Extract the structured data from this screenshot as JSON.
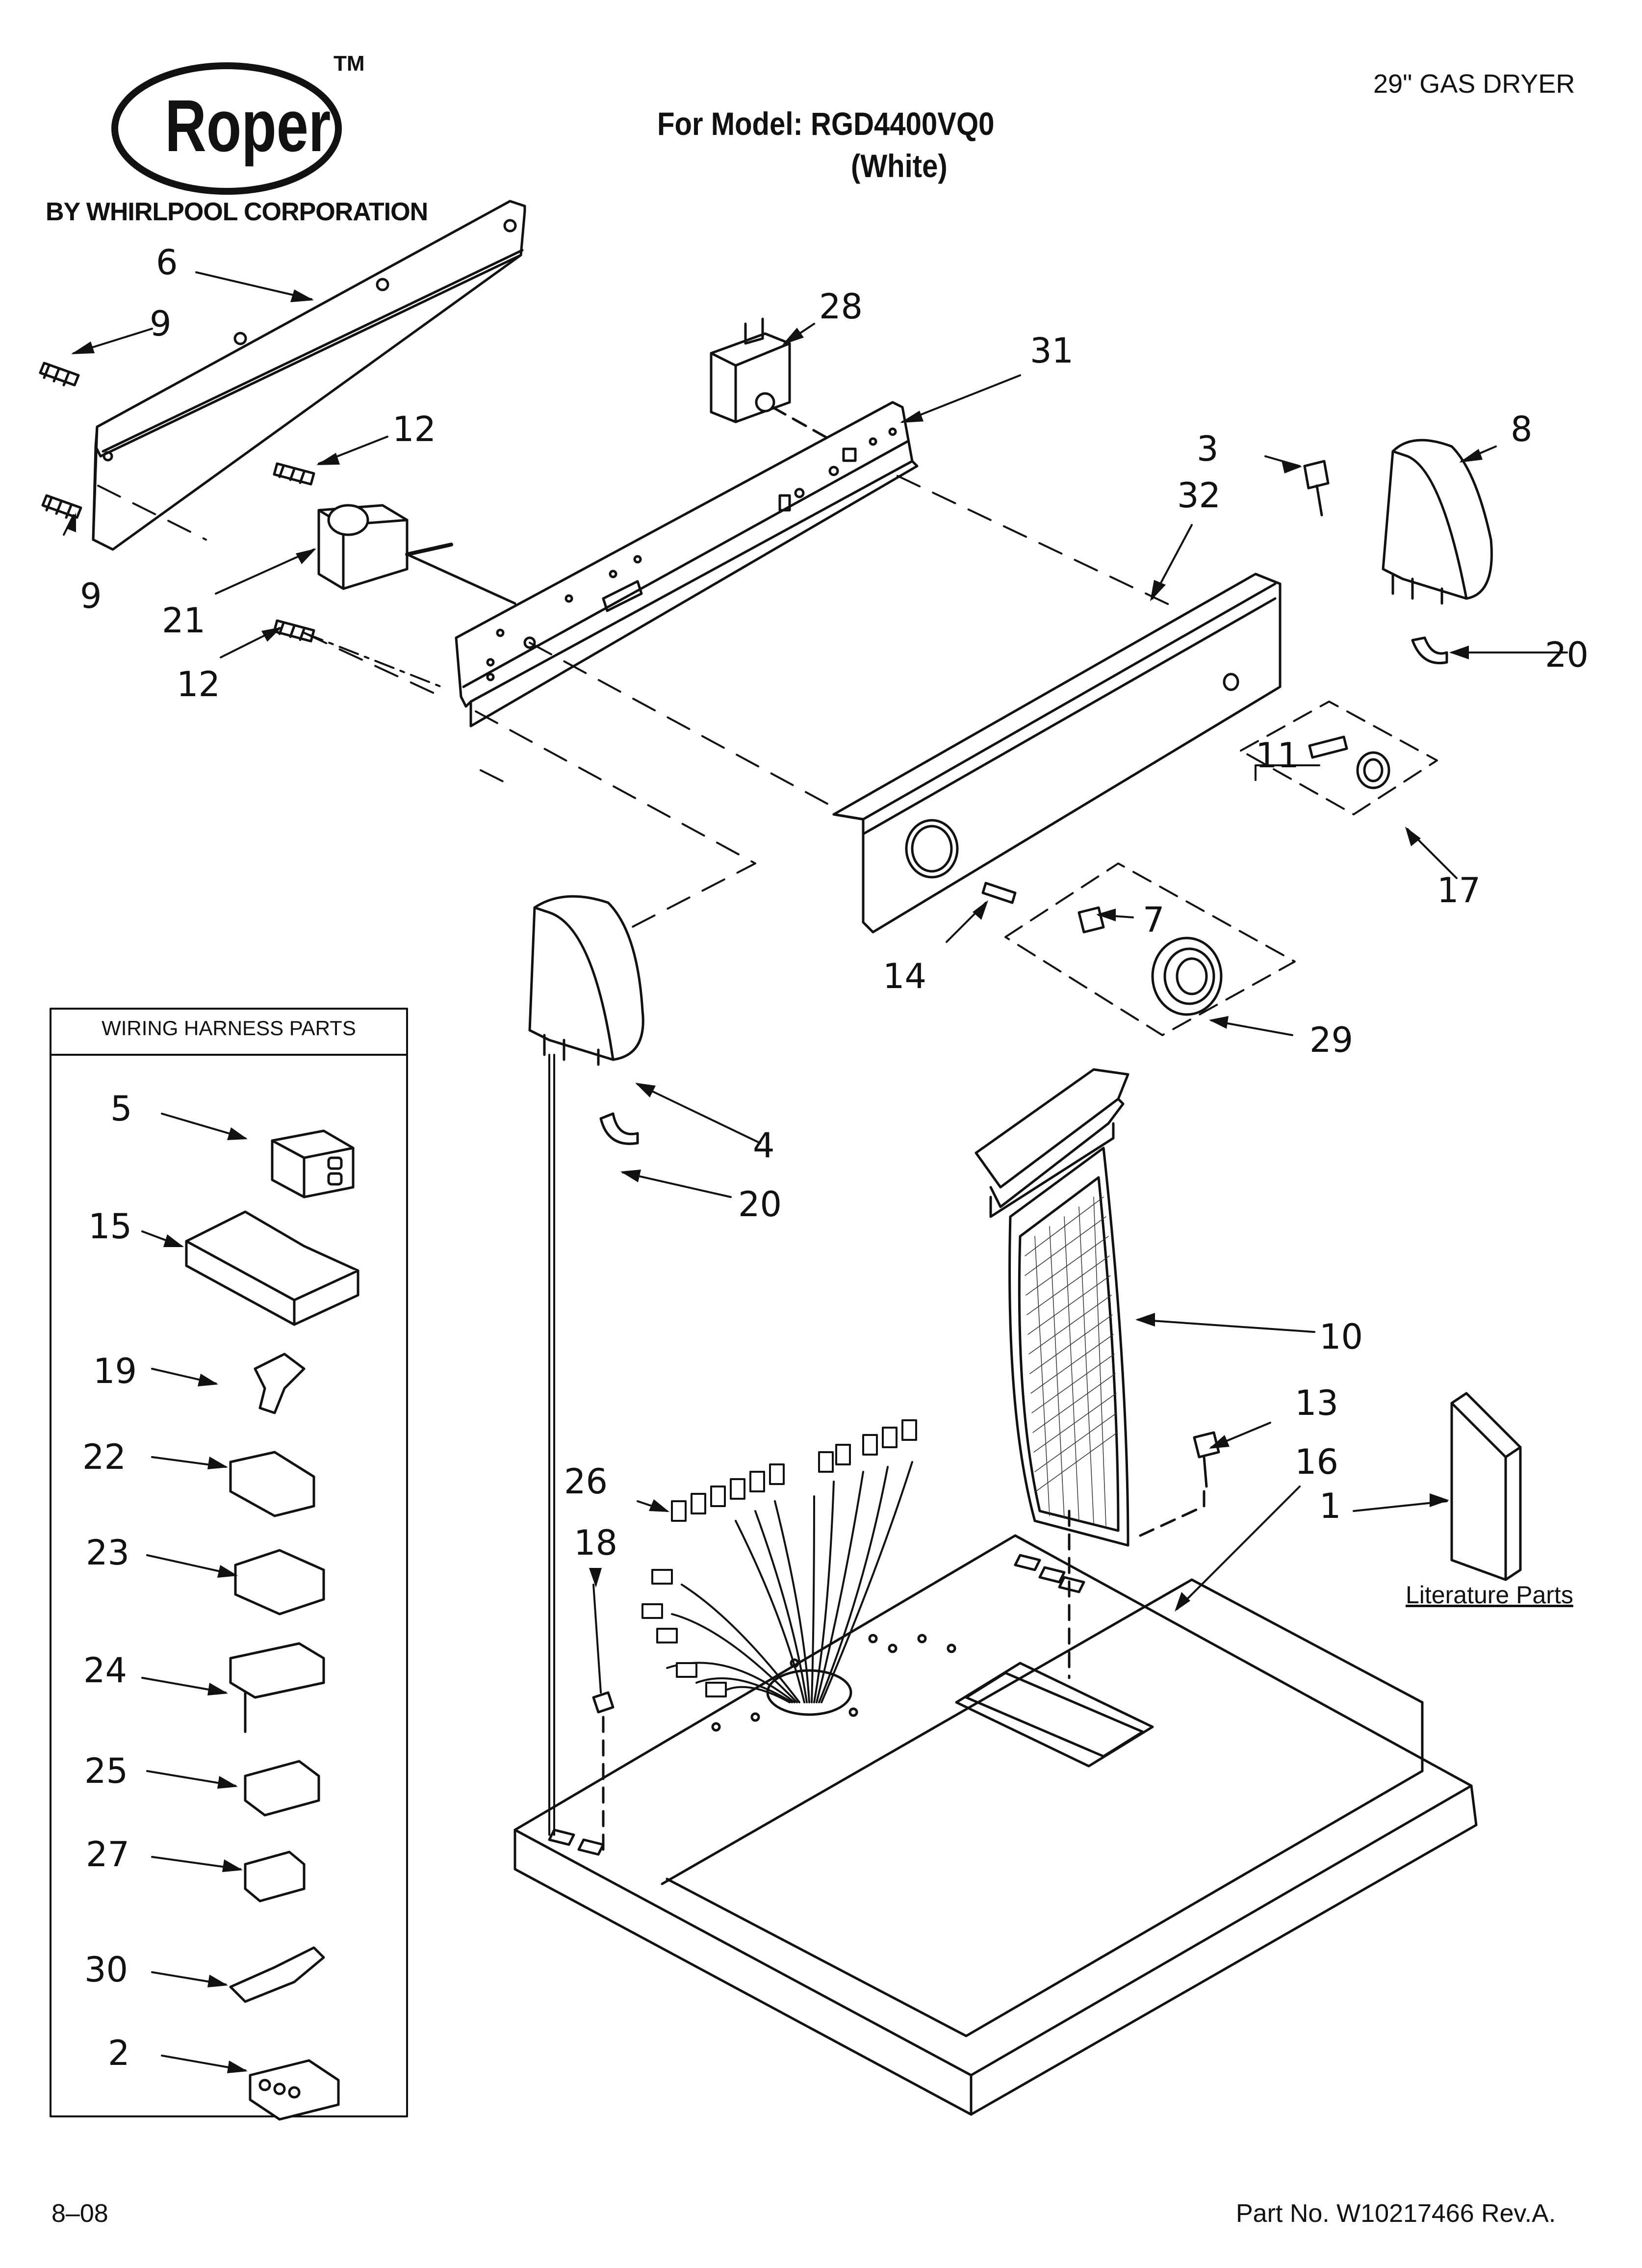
{
  "brand": {
    "name": "Roper",
    "trademark": "TM",
    "byline": "BY WHIRLPOOL CORPORATION"
  },
  "header": {
    "model_line": "For Model: RGD4400VQ0",
    "color_line": "(White)",
    "product": "29\" GAS DRYER"
  },
  "footer": {
    "date": "8–08",
    "part_no": "Part No. W10217466 Rev.A."
  },
  "harness_box": {
    "title": "WIRING HARNESS PARTS"
  },
  "literature": {
    "label": "Literature Parts"
  },
  "callouts": {
    "c1": "1",
    "c2": "2",
    "c3": "3",
    "c4": "4",
    "c5": "5",
    "c6": "6",
    "c7": "7",
    "c8": "8",
    "c9a": "9",
    "c9b": "9",
    "c10": "10",
    "c11": "11",
    "c12a": "12",
    "c12b": "12",
    "c13": "13",
    "c14": "14",
    "c15": "15",
    "c16": "16",
    "c17": "17",
    "c18": "18",
    "c19": "19",
    "c20a": "20",
    "c20b": "20",
    "c21": "21",
    "c22": "22",
    "c23": "23",
    "c24": "24",
    "c25": "25",
    "c26": "26",
    "c27": "27",
    "c28": "28",
    "c29": "29",
    "c30": "30",
    "c31": "31",
    "c32": "32"
  }
}
